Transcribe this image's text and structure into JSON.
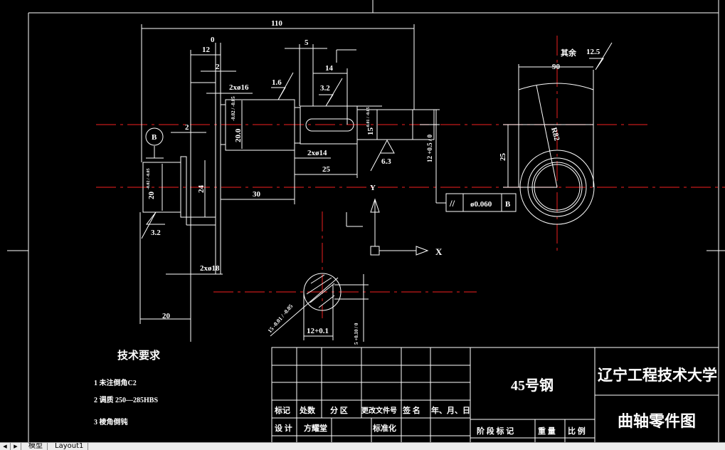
{
  "colors": {
    "background": "#000000",
    "geometry": "#ffffff",
    "centerline": "#c41a1a"
  },
  "dimensions": {
    "overall_length": "110",
    "d_0": "0",
    "d_12": "12",
    "d_2_top": "2",
    "d_5": "5",
    "d_14": "14",
    "rough_1_6": "1.6",
    "rough_3_2_top": "3.2",
    "chamfer_16": "2xø16",
    "dia_20_upper": "20.0",
    "dia_20_upper_tol": "-0.02 / -0.05",
    "dia_15": "15",
    "dia_15_tol": "-0.01 / -0.05",
    "chamfer_14": "2xø14",
    "d_25": "25",
    "rough_6_3": "6.3",
    "d_12_tol": "12 +0.5 / 0",
    "datum_b": "B",
    "d_2_left": "2",
    "dia_20_left": "20",
    "dia_20_left_tol": "-0.02 / -0.05",
    "d_24": "24",
    "d_30": "30",
    "rough_3_2_left": "3.2",
    "chamfer_18": "2xø18",
    "d_20": "20",
    "section_15": "15 -0.01 / -0.05",
    "section_12": "12+0.1",
    "section_5": "5 +0.10 / 0",
    "rest_label": "其余",
    "rough_12_5": "12.5",
    "d_90": "90",
    "radius": "R82",
    "d_25_right": "25"
  },
  "tolerance_frame": {
    "symbol": "//",
    "value": "ø0.060",
    "datum": "B"
  },
  "ucs": {
    "x_label": "X",
    "y_label": "Y"
  },
  "tech_requirements": {
    "title": "技术要求",
    "items": [
      "1  未注倒角C2",
      "2 调质 250—285HBS",
      "3  棱角倒钝"
    ]
  },
  "title_block": {
    "material": "45号钢",
    "school": "辽宁工程技术大学",
    "drawing_name": "曲轴零件图",
    "header_row": [
      "标记",
      "处数",
      "分 区",
      "更改文件号",
      "签 名",
      "年、月、日"
    ],
    "design_row": [
      "设 计",
      "方耀堂",
      "标准化"
    ],
    "stage_row": [
      "阶 段 标 记",
      "重 量",
      "比 例"
    ]
  },
  "tabs": [
    "模型",
    "Layout1"
  ]
}
